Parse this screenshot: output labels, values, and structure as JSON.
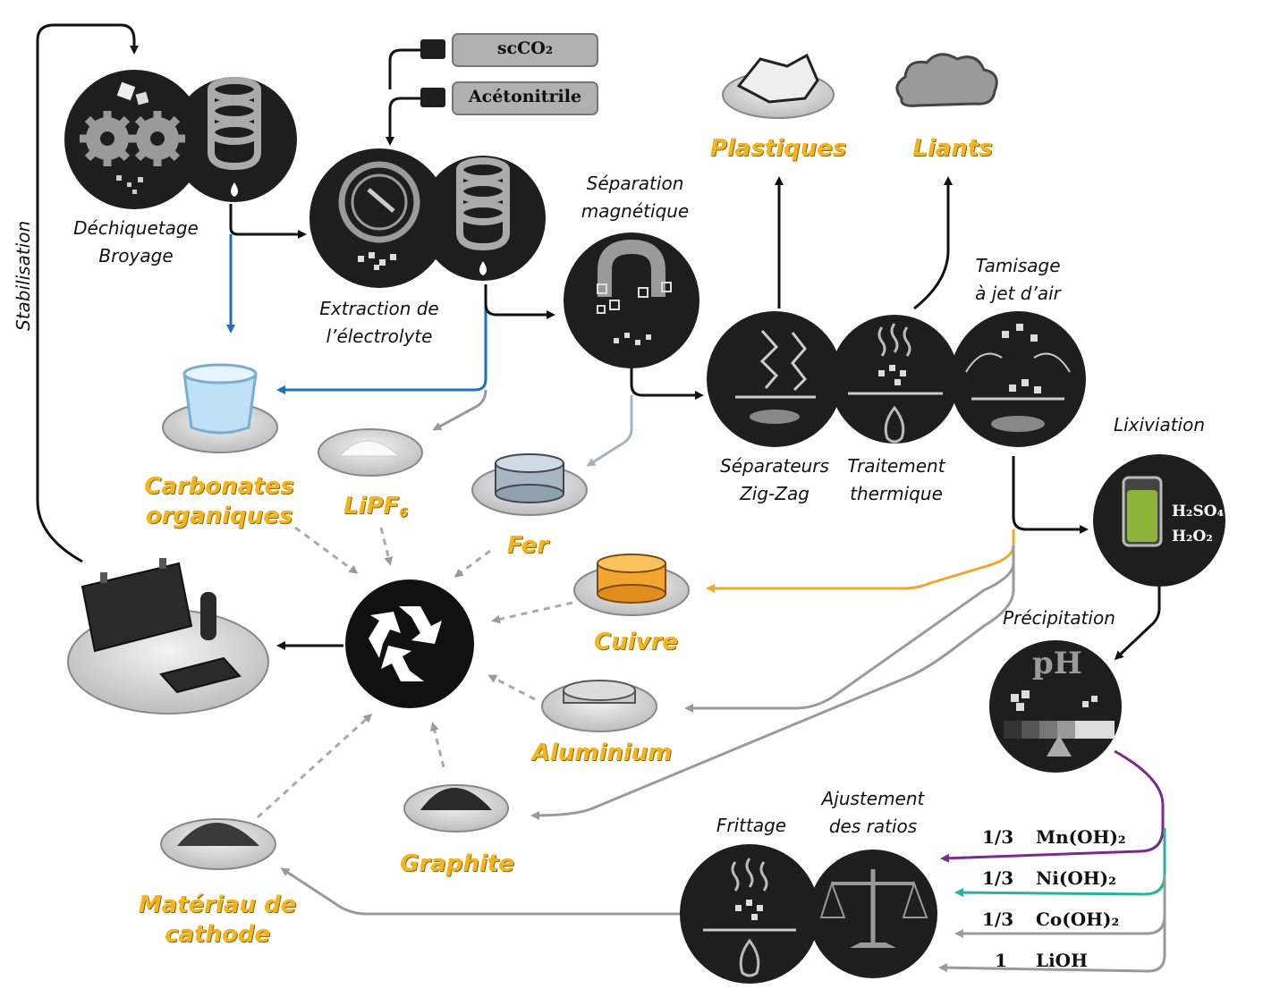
{
  "stabilisation_label": "Stabilisation",
  "steps": {
    "shredding": [
      "Déchiquetage",
      "Broyage"
    ],
    "extraction": [
      "Extraction de",
      "l’électrolyte"
    ],
    "magnetic": [
      "Séparation",
      "magnétique"
    ],
    "zigzag": [
      "Séparateurs",
      "Zig-Zag"
    ],
    "thermal": [
      "Traitement",
      "thermique"
    ],
    "sieving": [
      "Tamisage",
      "à jet d’air"
    ],
    "leaching": "Lixiviation",
    "precipitation": "Précipitation",
    "sintering": "Frittage",
    "ratio_adjust": [
      "Ajustement",
      "des ratios"
    ]
  },
  "solvents": {
    "co2": "scCO₂",
    "acetonitrile": "Acétonitrile"
  },
  "leach_reagents": [
    "H₂SO₄",
    "H₂O₂"
  ],
  "ph_label": "pH",
  "products": {
    "plastics": "Plastiques",
    "binders": "Liants",
    "carbonates": [
      "Carbonates",
      "organiques"
    ],
    "lipf6": "LiPF",
    "lipf6_sub": "6",
    "iron": "Fer",
    "copper": "Cuivre",
    "aluminium": "Aluminium",
    "graphite": "Graphite",
    "cathode": [
      "Matériau de",
      "cathode"
    ]
  },
  "hydroxides": [
    {
      "ratio": "1/3",
      "formula": "Mn(OH)₂",
      "color": "#7b2a8e"
    },
    {
      "ratio": "1/3",
      "formula": "Ni(OH)₂",
      "color": "#27b39b"
    },
    {
      "ratio": "1/3",
      "formula": "Co(OH)₂",
      "color": "#9a9a9a"
    },
    {
      "ratio": "1",
      "formula": "LiOH",
      "color": "#9a9a9a"
    }
  ],
  "colors": {
    "dark": "#1a1a1a",
    "gold": "#f3b41e",
    "blue": "#1e6fbf",
    "gray": "#9a9a9a",
    "copper_arrow": "#f0a82a"
  }
}
